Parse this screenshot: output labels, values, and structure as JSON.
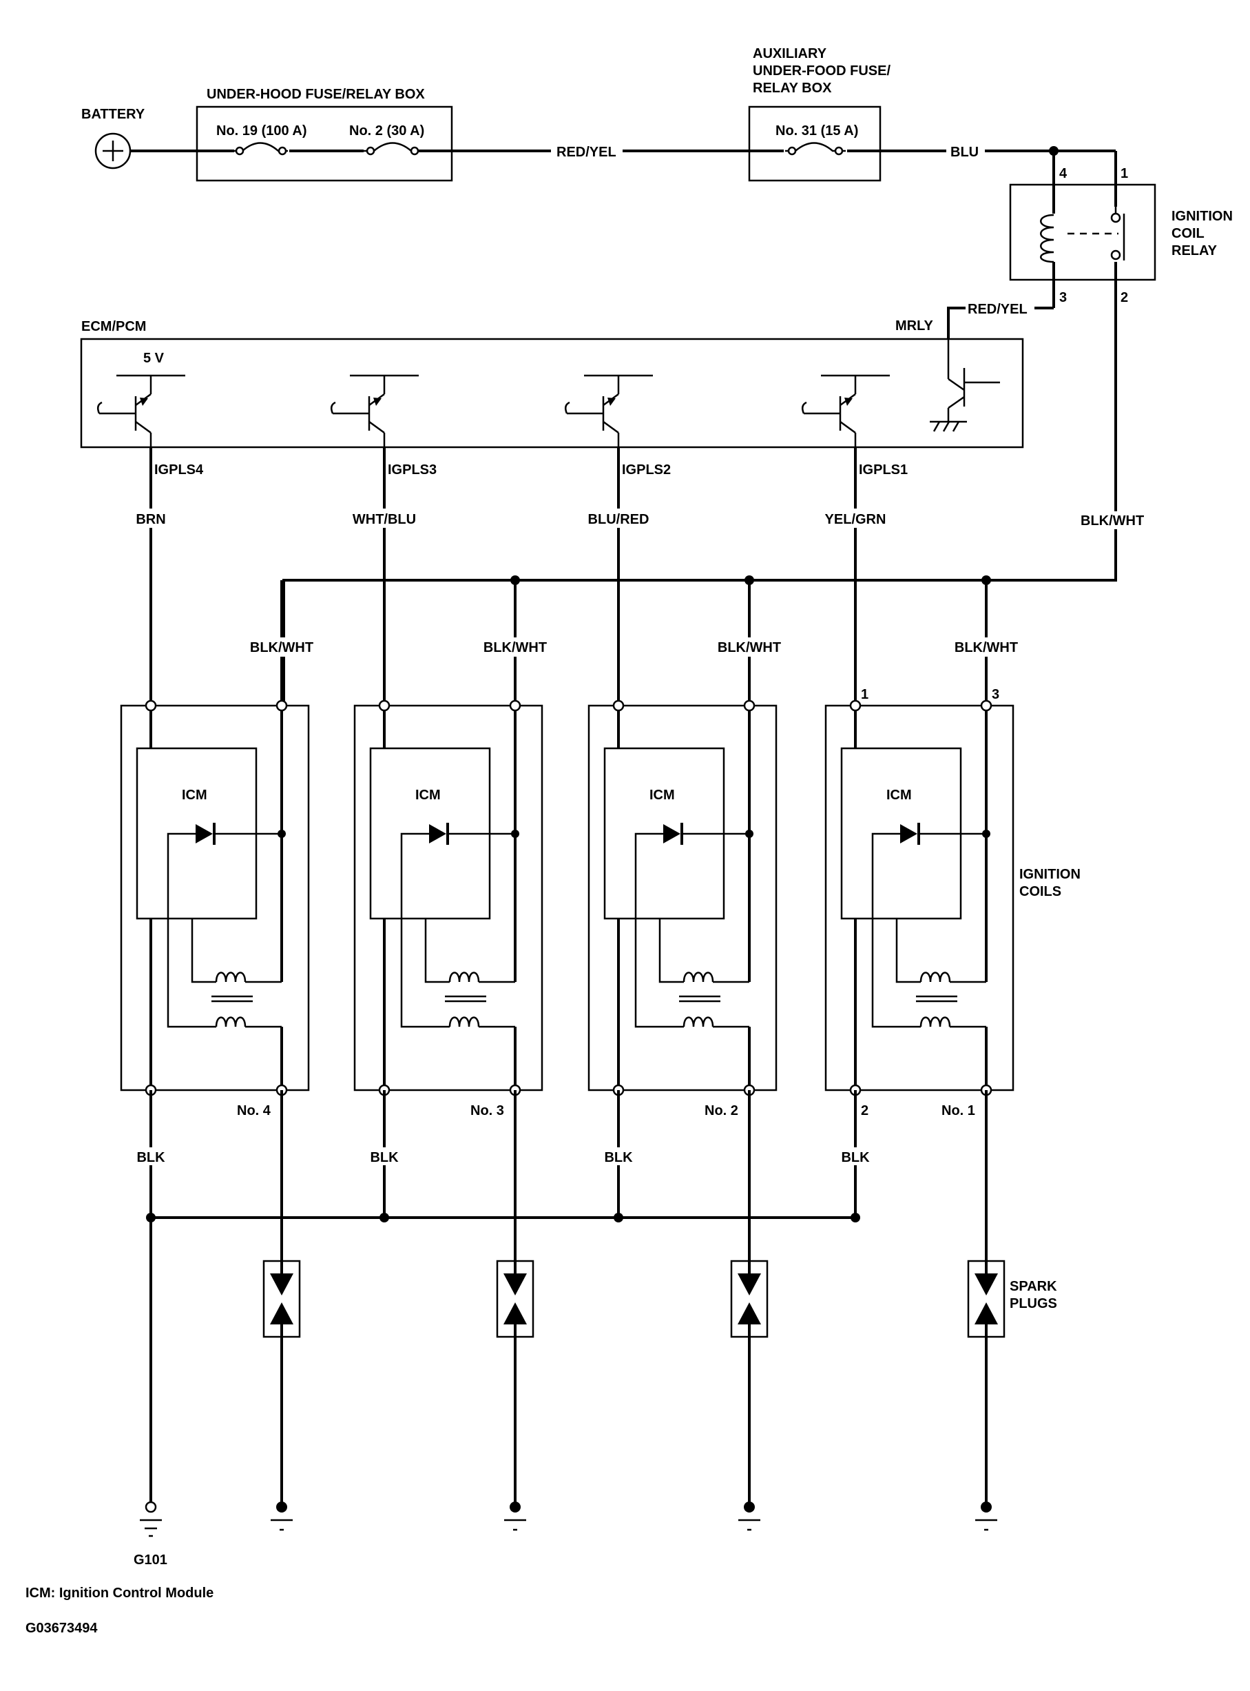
{
  "labels": {
    "battery": "BATTERY",
    "underhood_box": "UNDER-HOOD FUSE/RELAY BOX",
    "fuse_19": "No. 19 (100 A)",
    "fuse_2": "No. 2 (30 A)",
    "aux_box_line1": "AUXILIARY",
    "aux_box_line2": "UNDER-FOOD FUSE/",
    "aux_box_line3": "RELAY BOX",
    "fuse_31": "No. 31 (15 A)",
    "relay_line1": "IGNITION",
    "relay_line2": "COIL",
    "relay_line3": "RELAY",
    "ecm": "ECM/PCM",
    "five_v": "5 V",
    "mrly": "MRLY",
    "ignition_coils_line1": "IGNITION",
    "ignition_coils_line2": "COILS",
    "spark_plugs_line1": "SPARK",
    "spark_plugs_line2": "PLUGS",
    "ground": "G101",
    "icm_note": "ICM: Ignition Control Module",
    "figure_id": "G03673494"
  },
  "wires": {
    "red_yel": "RED/YEL",
    "blu": "BLU",
    "relay_out": "RED/YEL",
    "blk_wht_main": "BLK/WHT"
  },
  "relay_pins": {
    "p4": "4",
    "p1": "1",
    "p3": "3",
    "p2": "2"
  },
  "coil_pins": {
    "p1": "1",
    "p3": "3",
    "p2": "2"
  },
  "cylinders": [
    {
      "number": "No. 4",
      "signal": "IGPLS4",
      "signal_wire": "BRN",
      "power_wire": "BLK/WHT",
      "ground_wire": "BLK",
      "icm": "ICM"
    },
    {
      "number": "No. 3",
      "signal": "IGPLS3",
      "signal_wire": "WHT/BLU",
      "power_wire": "BLK/WHT",
      "ground_wire": "BLK",
      "icm": "ICM"
    },
    {
      "number": "No. 2",
      "signal": "IGPLS2",
      "signal_wire": "BLU/RED",
      "power_wire": "BLK/WHT",
      "ground_wire": "BLK",
      "icm": "ICM"
    },
    {
      "number": "No. 1",
      "signal": "IGPLS1",
      "signal_wire": "YEL/GRN",
      "power_wire": "BLK/WHT",
      "ground_wire": "BLK",
      "icm": "ICM"
    }
  ]
}
